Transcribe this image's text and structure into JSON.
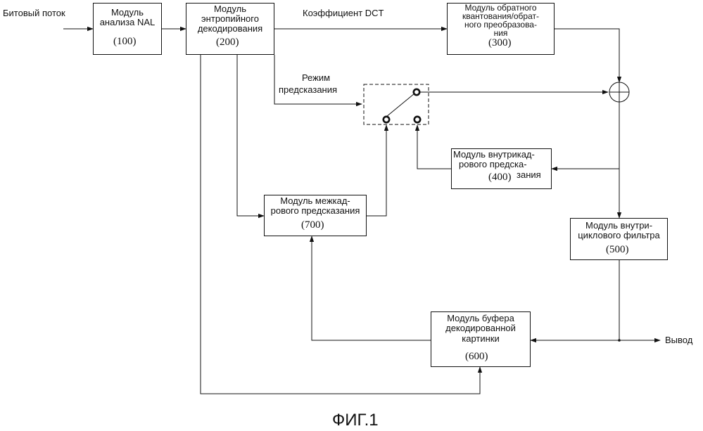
{
  "diagram": {
    "input_label": "Битовый поток",
    "output_label": "Вывод",
    "dct_label": "Коэффициент DCT",
    "mode_label_1": "Режим",
    "mode_label_2": "предсказания",
    "figure_caption": "ФИГ.1",
    "blocks": {
      "nal": {
        "lines": [
          "Модуль",
          "анализа NAL"
        ],
        "number": "(100)"
      },
      "entropy": {
        "lines": [
          "Модуль",
          "энтропийного",
          "декодирования"
        ],
        "number": "(200)"
      },
      "inverse": {
        "lines": [
          "Модуль обратного",
          "квантования/обрат-",
          "ного преобразова-",
          "ния"
        ],
        "number": "(300)"
      },
      "intra": {
        "lines": [
          "Модуль внутрикад-",
          "рового предска-",
          "зания"
        ],
        "number": "(400)"
      },
      "loop_filter": {
        "lines": [
          "Модуль внутри-",
          "циклового фильтра"
        ],
        "number": "(500)"
      },
      "buffer": {
        "lines": [
          "Модуль буфера",
          "декодированной",
          "картинки"
        ],
        "number": "(600)"
      },
      "inter": {
        "lines": [
          "Модуль межкад-",
          "рового предсказания"
        ],
        "number": "(700)"
      }
    }
  }
}
